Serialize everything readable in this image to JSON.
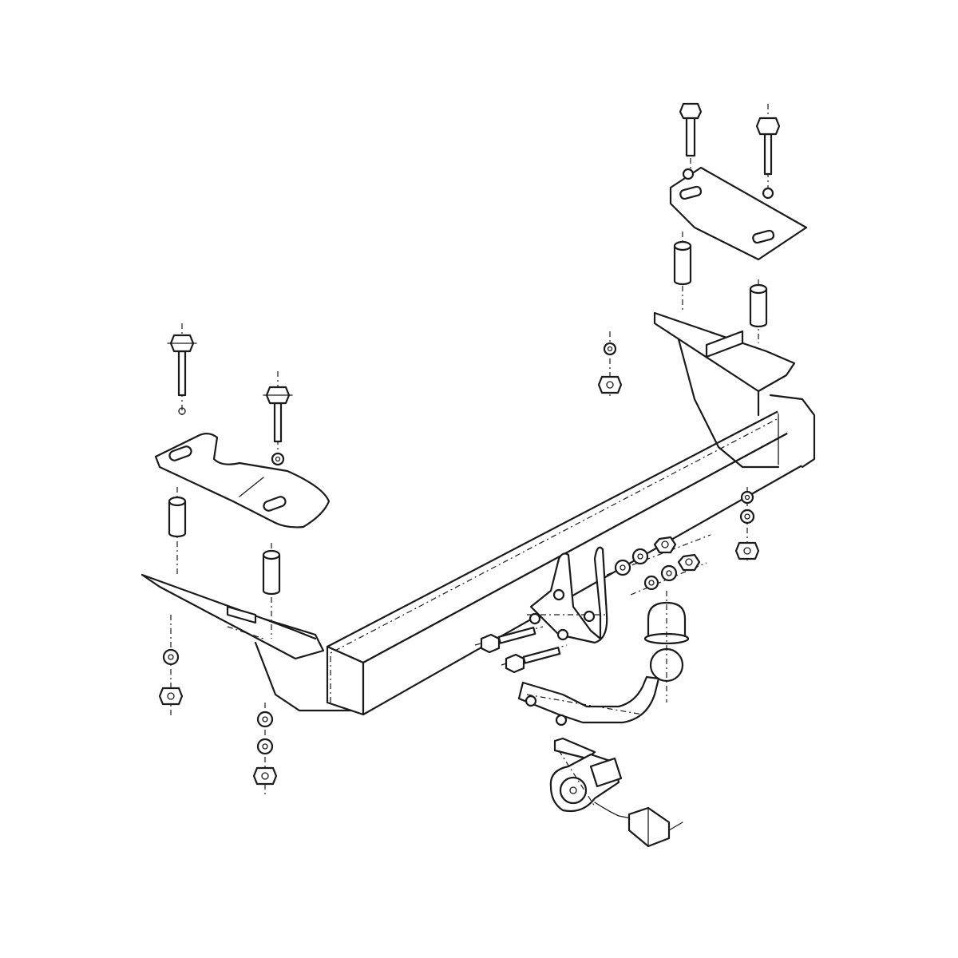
{
  "diagram": {
    "caption": "",
    "colors": {
      "line": "#1a1a1a",
      "background": "#ffffff"
    },
    "parts": {
      "crossbar": "main-crossbar",
      "left_bracket": "left-mounting-bracket",
      "right_bracket": "right-mounting-bracket",
      "left_plate": "left-reinforcement-plate",
      "right_plate": "right-reinforcement-plate",
      "tow_ball": "tow-ball",
      "ball_cap": "tow-ball-cap",
      "ball_arm": "tow-ball-arm",
      "socket_plate": "electrical-socket-plate",
      "connector": "electrical-connector"
    }
  }
}
